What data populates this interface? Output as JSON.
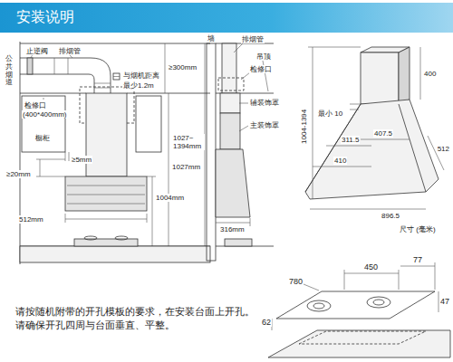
{
  "diagram": {
    "title": "安装说明",
    "labels": [
      "止逆阀",
      "排烟管",
      "与烟机距离",
      "最少1.2m",
      "≥300mm",
      "公共烟道",
      "检修口",
      "(400*400mm)",
      "橱柜",
      "≥5mm",
      "≥20mm",
      "1027~ 1394mm",
      "1027mm",
      "1004mm",
      "512mm",
      "墙",
      "排烟管",
      "吊顶",
      "检修口",
      "辅装饰罩",
      "主装饰罩",
      "316mm",
      "400",
      "最小 10",
      "1004-1394",
      "311.5",
      "407.5",
      "410",
      "512",
      "896.5",
      "尺寸 (毫米)",
      "780",
      "450",
      "77",
      "47",
      "62",
      "请按随机附带的开孔模板的要求，在安装台面上开孔。",
      "请确保开孔四周与台面垂直、平整。"
    ]
  }
}
